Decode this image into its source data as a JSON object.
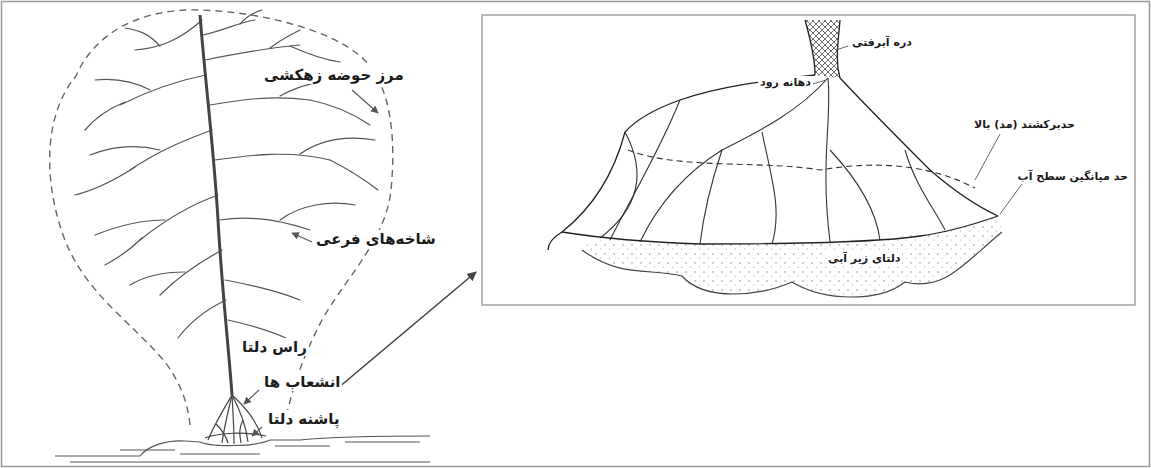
{
  "diagram": {
    "labels": [
      "مرز حوضه زهکشی",
      "شاخه‌های فرعی",
      "راس دلتا",
      "انشعاب ها",
      "پاشنه دلتا",
      "دره آبرفتی",
      "دهانه رود",
      "حدبرکشند (مد) بالا",
      "حد میانگین سطح آب",
      "دلتای زیر آبی"
    ]
  }
}
